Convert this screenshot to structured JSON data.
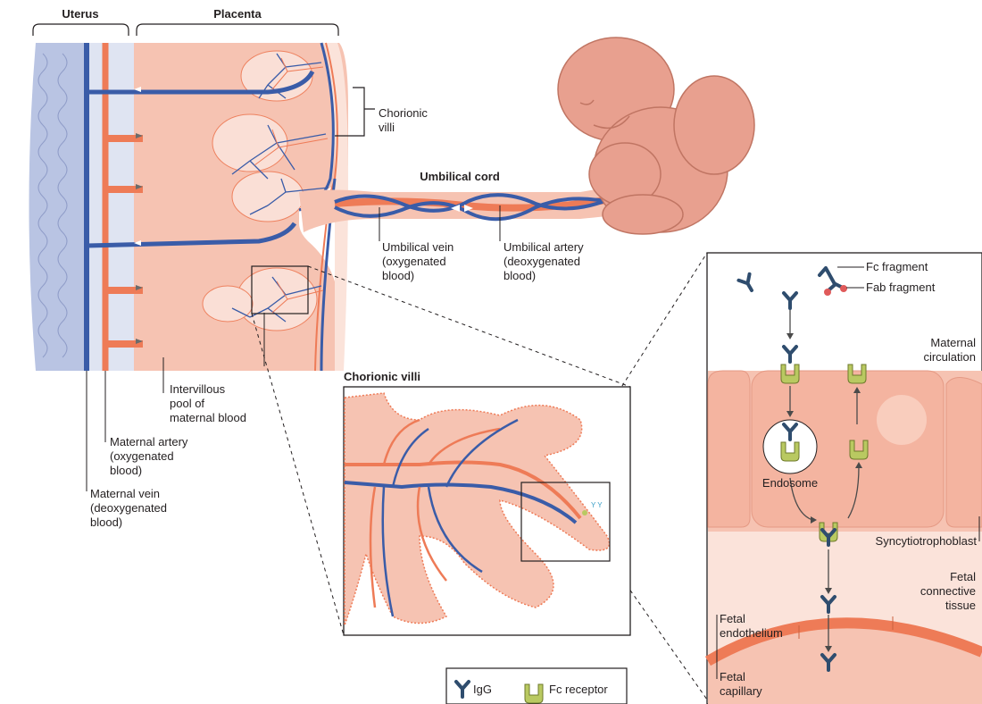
{
  "headers": {
    "uterus": "Uterus",
    "placenta": "Placenta",
    "umbilical_cord": "Umbilical cord",
    "chorionic_villi_inset": "Chorionic villi"
  },
  "labels": {
    "chorionic_villi": [
      "Chorionic",
      "villi"
    ],
    "umbilical_vein": [
      "Umbilical vein",
      "(oxygenated",
      "blood)"
    ],
    "umbilical_artery": [
      "Umbilical artery",
      "(deoxygenated",
      "blood)"
    ],
    "intervillous_pool": [
      "Intervillous",
      "pool of",
      "maternal blood"
    ],
    "maternal_artery": [
      "Maternal artery",
      "(oxygenated",
      "blood)"
    ],
    "maternal_vein": [
      "Maternal vein",
      "(deoxygenated",
      "blood)"
    ]
  },
  "detail": {
    "fc_fragment": "Fc fragment",
    "fab_fragment": "Fab fragment",
    "maternal_circulation": [
      "Maternal",
      "circulation"
    ],
    "endosome": "Endosome",
    "syncytiotrophoblast": "Syncytiotrophoblast",
    "fetal_connective_tissue": [
      "Fetal",
      "connective",
      "tissue"
    ],
    "fetal_endothelium": [
      "Fetal",
      "endothelium"
    ],
    "fetal_capillary": [
      "Fetal",
      "capillary"
    ]
  },
  "legend": {
    "igg": "IgG",
    "fc_receptor": "Fc receptor"
  },
  "colors": {
    "artery": "#ee7b57",
    "vein": "#3a5ca8",
    "tissue": "#f6c3b2",
    "tissue_light": "#fbe3da",
    "uterus_wall": "#b9c4e3",
    "fetus": "#e8a08f",
    "receptor": "#b9c961",
    "igg": "#2f4d6e"
  },
  "icons": [
    "igg-antibody-icon",
    "fc-receptor-icon",
    "fc-fragment-icon",
    "fab-fragment-icon"
  ]
}
